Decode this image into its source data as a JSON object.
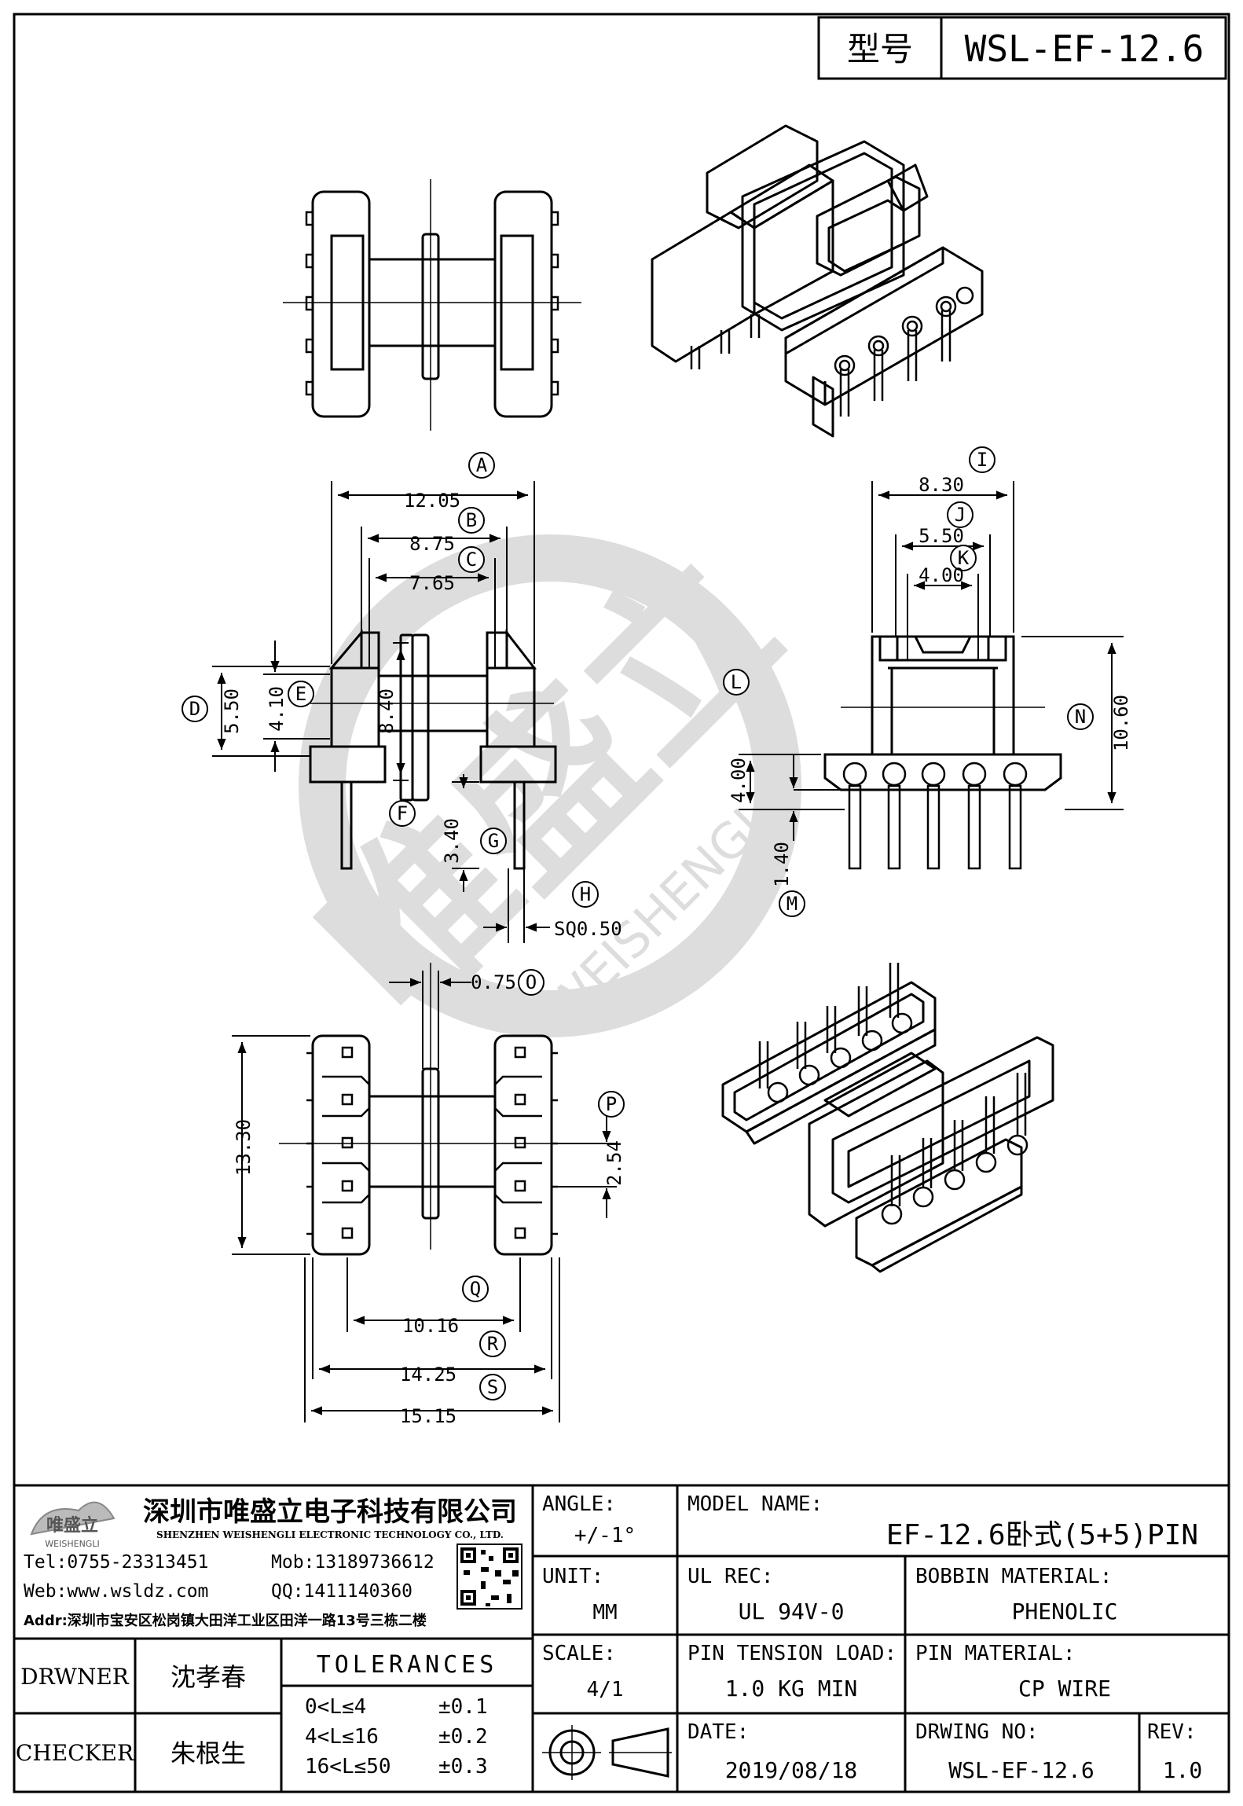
{
  "header": {
    "model_label": "型号",
    "model_value": "WSL-EF-12.6"
  },
  "dimensions": {
    "A": {
      "tag": "A",
      "value": "12.05"
    },
    "B": {
      "tag": "B",
      "value": "8.75"
    },
    "C": {
      "tag": "C",
      "value": "7.65"
    },
    "D": {
      "tag": "D",
      "value": "5.50"
    },
    "E": {
      "tag": "E",
      "value": "4.10"
    },
    "F": {
      "tag": "F",
      "value": "8.40"
    },
    "G": {
      "tag": "G",
      "value": "3.40"
    },
    "H": {
      "tag": "H",
      "value": "SQ0.50"
    },
    "I": {
      "tag": "I",
      "value": "8.30"
    },
    "J": {
      "tag": "J",
      "value": "5.50"
    },
    "K": {
      "tag": "K",
      "value": "4.00"
    },
    "L": {
      "tag": "L",
      "value": "4.00"
    },
    "M": {
      "tag": "M",
      "value": "1.40"
    },
    "N": {
      "tag": "N",
      "value": "10.60"
    },
    "O": {
      "tag": "O",
      "value": "0.75"
    },
    "P": {
      "tag": "P",
      "value": "2.54"
    },
    "Q": {
      "tag": "Q",
      "value": "10.16"
    },
    "R": {
      "tag": "R",
      "value": "14.25"
    },
    "S": {
      "tag": "S",
      "value": "15.15"
    },
    "T": {
      "tag": "",
      "value": "13.30"
    }
  },
  "watermark": {
    "cn": "唯盛立",
    "en": "WEISHENGLI"
  },
  "company": {
    "logo_text": "唯盛立",
    "logo_sub": "WEISHENGLI",
    "name_cn": "深圳市唯盛立电子科技有限公司",
    "name_en": "SHENZHEN WEISHENGLI ELECTRONIC TECHNOLOGY CO., LTD.",
    "tel": "Tel:0755-23313451",
    "mob": "Mob:13189736612",
    "web": "Web:www.wsldz.com",
    "qq": "QQ:1411140360",
    "addr": "Addr:深圳市宝安区松岗镇大田洋工业区田洋一路13号三栋二楼"
  },
  "title_block": {
    "angle_label": "ANGLE:",
    "angle_value": "+/-1°",
    "model_name_label": "MODEL NAME:",
    "model_name_value": "EF-12.6卧式(5+5)PIN",
    "unit_label": "UNIT:",
    "unit_value": "MM",
    "ul_label": "UL REC:",
    "ul_value": "UL 94V-0",
    "bobbin_label": "BOBBIN MATERIAL:",
    "bobbin_value": "PHENOLIC",
    "scale_label": "SCALE:",
    "scale_value": "4/1",
    "pin_tension_label": "PIN TENSION LOAD:",
    "pin_tension_value": "1.0 KG MIN",
    "pin_material_label": "PIN MATERIAL:",
    "pin_material_value": "CP WIRE",
    "date_label": "DATE:",
    "date_value": "2019/08/18",
    "dwg_label": "DRWING NO:",
    "dwg_value": "WSL-EF-12.6",
    "rev_label": "REV:",
    "rev_value": "1.0",
    "drawer_label": "DRWNER",
    "drawer_value": "沈孝春",
    "checker_label": "CHECKER",
    "checker_value": "朱根生",
    "tolerances_label": "TOLERANCES",
    "tolerances": [
      {
        "range": "0<L≤4",
        "tol": "±0.1"
      },
      {
        "range": "4<L≤16",
        "tol": "±0.2"
      },
      {
        "range": "16<L≤50",
        "tol": "±0.3"
      }
    ]
  }
}
